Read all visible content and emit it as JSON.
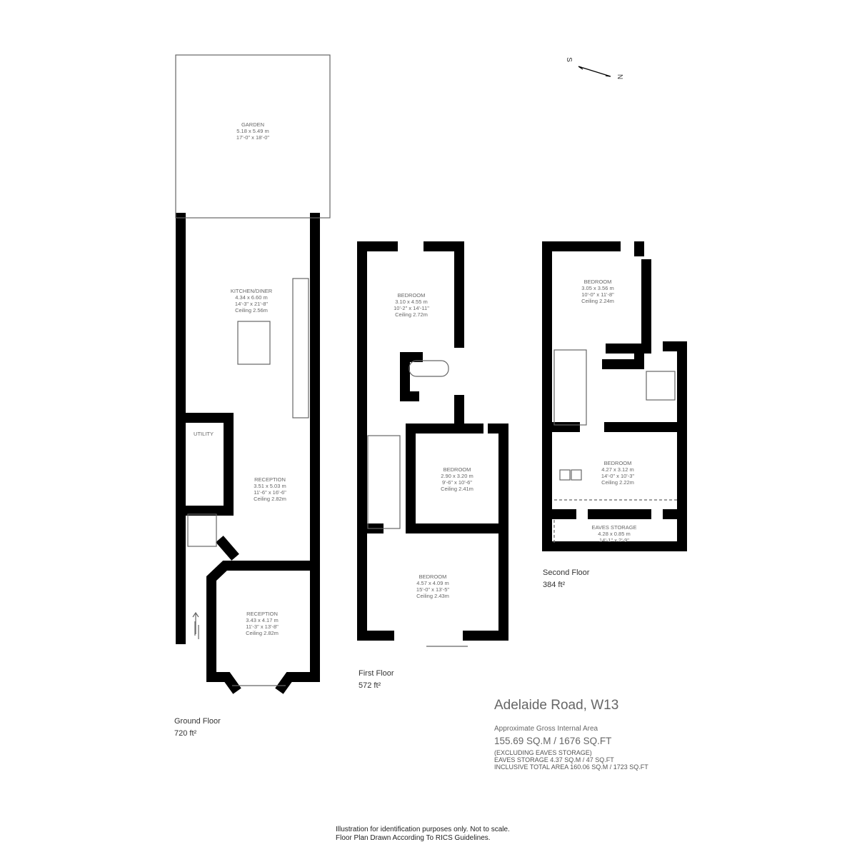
{
  "property": {
    "title": "Adelaide Road, W13",
    "area_label": "Approximate Gross Internal Area",
    "area_value": "155.69 SQ.M / 1676 SQ.FT",
    "notes": [
      "(EXCLUDING EAVES STORAGE)",
      "EAVES STORAGE  4.37 SQ.M / 47 SQ.FT",
      "INCLUSIVE TOTAL AREA 160.06 SQ.M / 1723 SQ.FT"
    ]
  },
  "compass": {
    "south": "S",
    "north": "N"
  },
  "floors": [
    {
      "name": "Ground Floor",
      "area": "720 ft²"
    },
    {
      "name": "First Floor",
      "area": "572 ft²"
    },
    {
      "name": "Second Floor",
      "area": "384 ft²"
    }
  ],
  "rooms": {
    "garden": {
      "name": "GARDEN",
      "metric": "5.18 x  5.49 m",
      "imperial": "17'-0\" x  18'-0\""
    },
    "kitchen": {
      "name": "KITCHEN/DINER",
      "metric": "4.34 x 6.60 m",
      "imperial": "14'-3\" x 21'-8\"",
      "ceiling": "Ceiling 2.56m"
    },
    "utility": {
      "name": "UTILITY"
    },
    "reception_rear": {
      "name": "RECEPTION",
      "metric": "3.51 x 5.03 m",
      "imperial": "11'-6\" x 16'-6\"",
      "ceiling": "Ceiling 2.82m"
    },
    "reception_front": {
      "name": "RECEPTION",
      "metric": "3.43 x 4.17 m",
      "imperial": "11'-3\" x 13'-8\"",
      "ceiling": "Ceiling 2.82m"
    },
    "ff_bedroom_rear": {
      "name": "BEDROOM",
      "metric": "3.10 x 4.55 m",
      "imperial": "10'-2\" x 14'-11\"",
      "ceiling": "Ceiling 2.72m"
    },
    "ff_bedroom_mid": {
      "name": "BEDROOM",
      "metric": "2.90 x 3.20 m",
      "imperial": "9'-6\" x 10'-6\"",
      "ceiling": "Ceiling 2.41m"
    },
    "ff_bedroom_front": {
      "name": "BEDROOM",
      "metric": "4.57 x 4.09 m",
      "imperial": "15'-0\" x 13'-5\"",
      "ceiling": "Ceiling 2.43m"
    },
    "sf_bedroom_rear": {
      "name": "BEDROOM",
      "metric": "3.05 x 3.56 m",
      "imperial": "10'-0\" x 11'-8\"",
      "ceiling": "Ceiling 2.24m"
    },
    "sf_bedroom_front": {
      "name": "BEDROOM",
      "metric": "4.27 x 3.12 m",
      "imperial": "14'-0\" x 10'-3\"",
      "ceiling": "Ceiling 2.22m"
    },
    "eaves": {
      "name": "EAVES STORAGE",
      "metric": "4.28 x 0.85 m",
      "imperial": "14'-1\" x 2'-9\""
    }
  },
  "footer": [
    "Illustration for identification purposes only. Not to scale.",
    "Floor Plan Drawn According To RICS Guidelines."
  ]
}
